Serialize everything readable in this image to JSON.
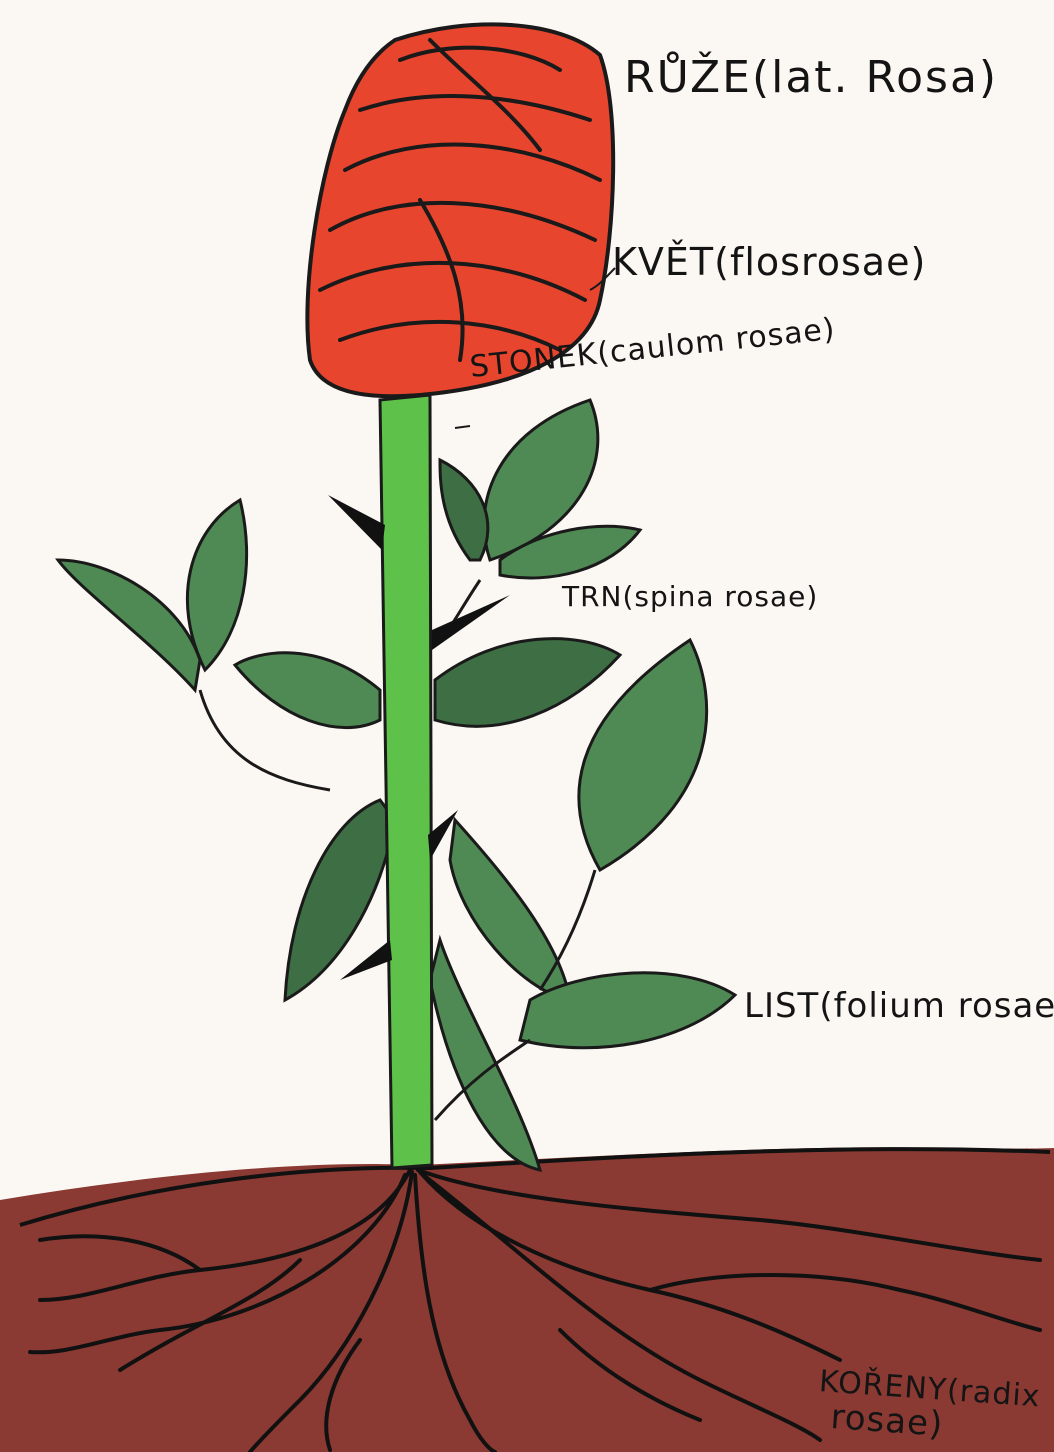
{
  "title": "RŮŽE(lat. Rosa)",
  "labels": {
    "flower": "KVĚT(flosrosae)",
    "stem": "STONEK(caulom rosae)",
    "thorn": "TRN(spina rosae)",
    "leaf": "LIST(folium rosae)",
    "roots_line1": "KOŘENY(radix",
    "roots_line2": "rosae)"
  },
  "colors": {
    "background": "#fbf8f4",
    "petal": "#e8452e",
    "petal_line": "#1a1a1a",
    "stem": "#5ec24a",
    "leaf": "#4f8a55",
    "leaf_dark": "#3d6e44",
    "thorn": "#111111",
    "soil": "#8a3a32",
    "root": "#111111"
  }
}
